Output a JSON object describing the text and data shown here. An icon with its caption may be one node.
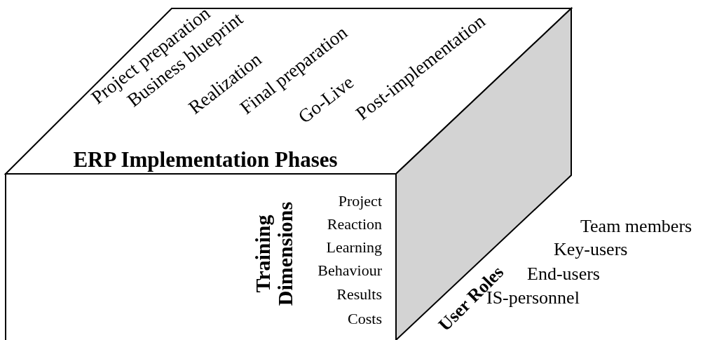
{
  "diagram": {
    "nodes": [
      {
        "text": [
          "Project preparation",
          "Business blueprint",
          "Realization",
          "Final preparation",
          "Go-Live",
          "Post-implementation",
          "ERP Implementation Phases"
        ]
      },
      {
        "text": [
          "Training Dimensions",
          "Project",
          "Reaction",
          "Learning",
          "Behaviour",
          "Results",
          "Costs"
        ]
      },
      {
        "text": [],
        "shape": "box",
        "beside": [
          "User Roles",
          "Team members",
          "Key-users",
          "End-users",
          "IS-personnel"
        ]
      }
    ]
  }
}
